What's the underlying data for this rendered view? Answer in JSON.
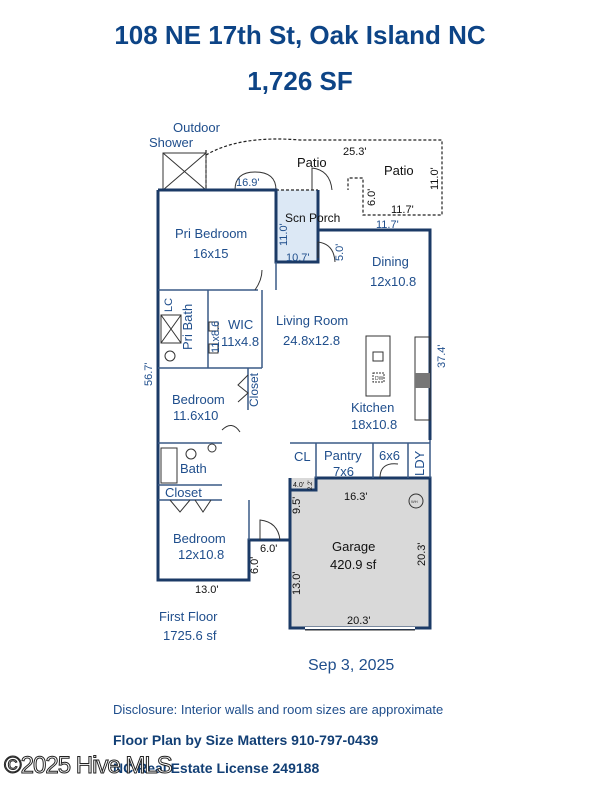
{
  "header": {
    "address": "108 NE 17th St, Oak Island NC",
    "total_area": "1,726 SF"
  },
  "rooms": {
    "outdoor_shower_1": "Outdoor",
    "outdoor_shower_2": "Shower",
    "patio_1": "Patio",
    "patio_2": "Patio",
    "scn_porch": "Scn Porch",
    "pri_bedroom": "Pri Bedroom",
    "pri_bedroom_size": "16x15",
    "dining": "Dining",
    "dining_size": "12x10.8",
    "lc": "LC",
    "pri_bath": "Pri Bath",
    "pri_bath_size": "11x8.6",
    "wic": "WIC",
    "wic_size": "11x4.8",
    "living": "Living Room",
    "living_size": "24.8x12.8",
    "bedroom1": "Bedroom",
    "bedroom1_size": "11.6x10",
    "closet1": "Closet",
    "kitchen": "Kitchen",
    "kitchen_size": "18x10.8",
    "dw": "DW",
    "bath": "Bath",
    "closet2": "Closet",
    "cl": "CL",
    "pantry": "Pantry",
    "pantry_size": "7x6",
    "laundry_size": "6x6",
    "ldy": "LDY",
    "bedroom2": "Bedroom",
    "bedroom2_size": "12x10.8",
    "garage": "Garage",
    "garage_size": "420.9 sf",
    "wh": "WH"
  },
  "dimensions": {
    "patio_top": "25.3'",
    "patio_right": "11.0'",
    "patio_step": "6.0'",
    "patio_bottom": "11.7'",
    "shower_wall": "16.9'",
    "porch_left": "11.0'",
    "porch_bottom": "10.7'",
    "porch_right": "5.0'",
    "dining_top": "11.7'",
    "right_side": "37.4'",
    "left_side": "56.7'",
    "garage_top": "16.3'",
    "garage_notch_a": "4.0'",
    "garage_notch_b": "2.2'",
    "garage_left_top": "9.5'",
    "garage_right": "20.3'",
    "garage_left_bottom": "13.0'",
    "garage_bottom": "20.3'",
    "step_h": "6.0'",
    "step_v": "6.0'",
    "bottom_left": "13.0'"
  },
  "floor": {
    "name": "First Floor",
    "area": "1725.6 sf"
  },
  "date": "Sep 3, 2025",
  "footer": {
    "disclosure": "Disclosure: Interior walls and room sizes are approximate",
    "credit": "Floor Plan by Size Matters 910-797-0439",
    "license": "NC Real Estate License 249188"
  },
  "watermark": "©2025 Hive MLS",
  "colors": {
    "title": "#0d4486",
    "walls": "#1b3a66",
    "porch_fill": "#dce8f5",
    "garage_fill": "#d9d9d9"
  }
}
